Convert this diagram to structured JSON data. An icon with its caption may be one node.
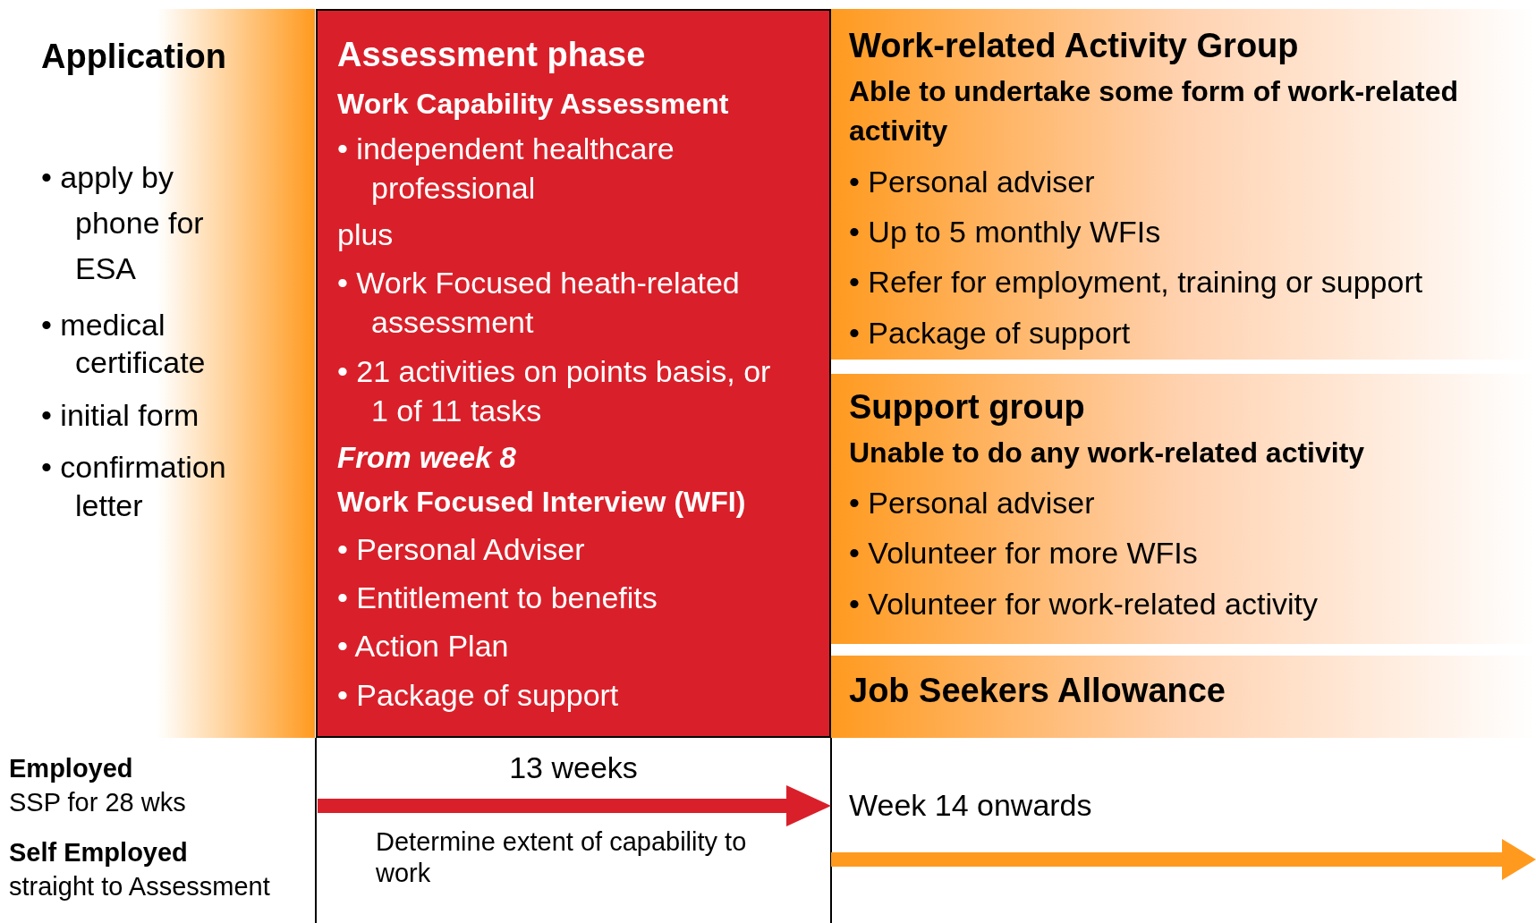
{
  "diagram": {
    "nodes": [
      {
        "text": [
          "Application",
          "• apply by phone for ESA",
          "• medical certificate",
          "• initial form",
          "• confirmation letter"
        ]
      },
      {
        "text": [
          "Assessment phase",
          "Work Capability Assessment",
          "• independent healthcare professional",
          "plus",
          "• Work Focused heath-related assessment",
          "• 21 activities on points basis, or 1 of 11 tasks",
          "From week 8",
          "Work Focused Interview (WFI)",
          "• Personal Adviser",
          "• Entitlement to benefits",
          "• Action Plan",
          "• Package of support"
        ]
      },
      {
        "text": [
          "Work-related Activity Group",
          "Able to undertake some form of work-related activity",
          "• Personal adviser",
          "• Up to 5 monthly WFIs",
          "• Refer for employment, training or support",
          "• Package of support"
        ]
      },
      {
        "text": [
          "Support group",
          "Unable to do any work-related activity",
          "• Personal adviser",
          "• Volunteer for more WFIs",
          "• Volunteer for work-related activity"
        ]
      },
      {
        "text": [
          "Job Seekers Allowance"
        ]
      }
    ],
    "edges": [],
    "labels": [
      "Employed",
      "SSP for 28 wks",
      "Self Employed",
      "straight to Assessment",
      "13 weeks",
      "Determine extent of capability to work",
      "Week 14 onwards"
    ]
  }
}
